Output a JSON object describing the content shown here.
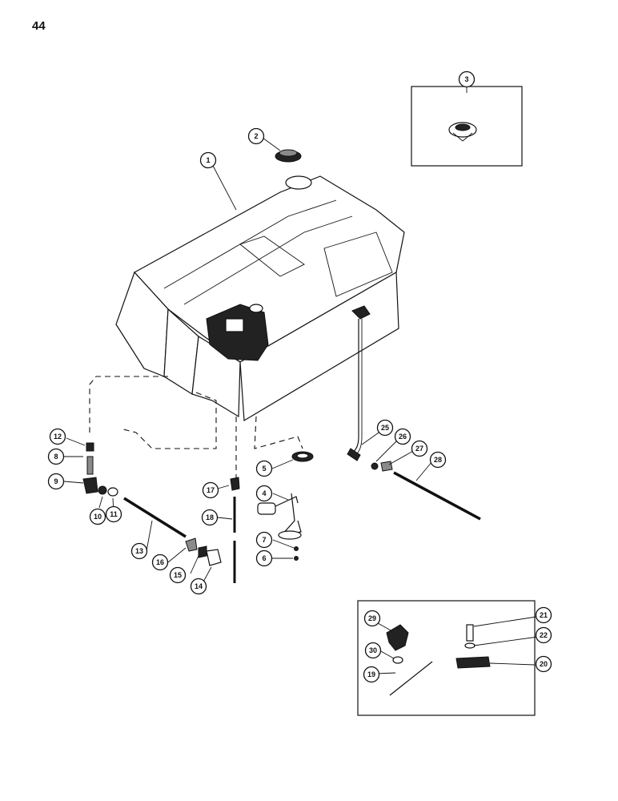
{
  "page": {
    "number": "44"
  },
  "callouts": [
    "1",
    "2",
    "3",
    "4",
    "5",
    "6",
    "7",
    "8",
    "9",
    "10",
    "11",
    "12",
    "13",
    "14",
    "15",
    "16",
    "17",
    "18",
    "19",
    "20",
    "21",
    "22",
    "25",
    "26",
    "27",
    "28",
    "29",
    "30"
  ],
  "colors": {
    "ink": "#111111",
    "paper": "#ffffff"
  }
}
